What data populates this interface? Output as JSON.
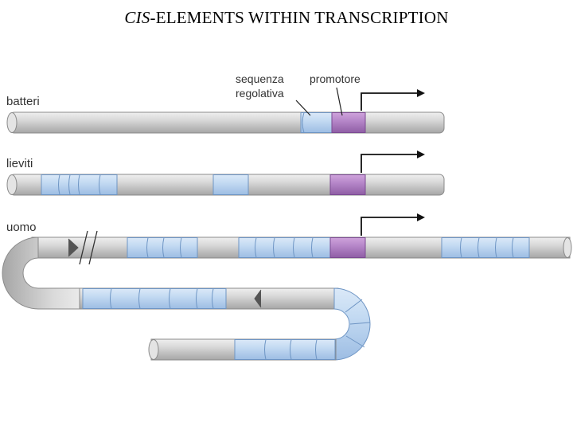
{
  "title": {
    "italic": "CIS",
    "rest": "-ELEMENTS WITHIN TRANSCRIPTION"
  },
  "labels": {
    "regulatory_sequence": [
      "sequenza",
      "regolativa"
    ],
    "promoter": "promotore"
  },
  "organisms": {
    "bacteria": "batteri",
    "yeast": "lieviti",
    "human": "uomo"
  },
  "colors": {
    "tube": "#cfcfcf",
    "tube_outline": "#8a8a8a",
    "regulatory": "#bcd6f1",
    "regulatory_outline": "#6e95c4",
    "promoter": "#b27fc6",
    "promoter_outline": "#7c4a93",
    "arrow": "#111111"
  }
}
